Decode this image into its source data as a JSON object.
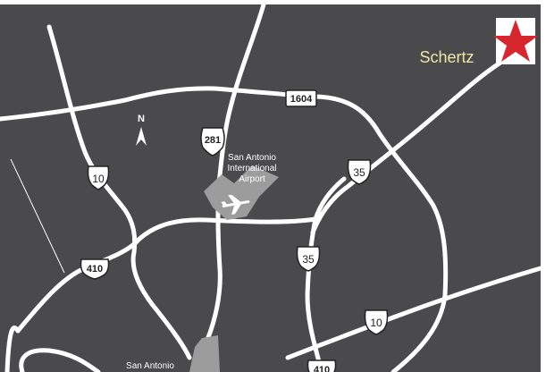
{
  "map": {
    "colors": {
      "background": "#4a4a4c",
      "road": "#ffffff",
      "airport": "#9c9c9c",
      "downtown": "#9c9c9c",
      "star": "#d7262e",
      "city_label": "#efe6a9"
    },
    "labels": {
      "schertz": "Schertz",
      "north": "N",
      "airport_line1": "San Antonio",
      "airport_line2": "International",
      "airport_line3": "Airport",
      "downtown": "San Antonio"
    },
    "shields": {
      "loop_1604": "1604",
      "us_281": "281",
      "i10_west": "10",
      "i35_north": "35",
      "i35_central": "35",
      "loop_410_west": "410",
      "i10_east": "10",
      "loop_410_south": "410"
    },
    "icons": {
      "destination": "star-icon",
      "airport": "airplane-icon",
      "north_arrow": "north-arrow-icon"
    }
  }
}
